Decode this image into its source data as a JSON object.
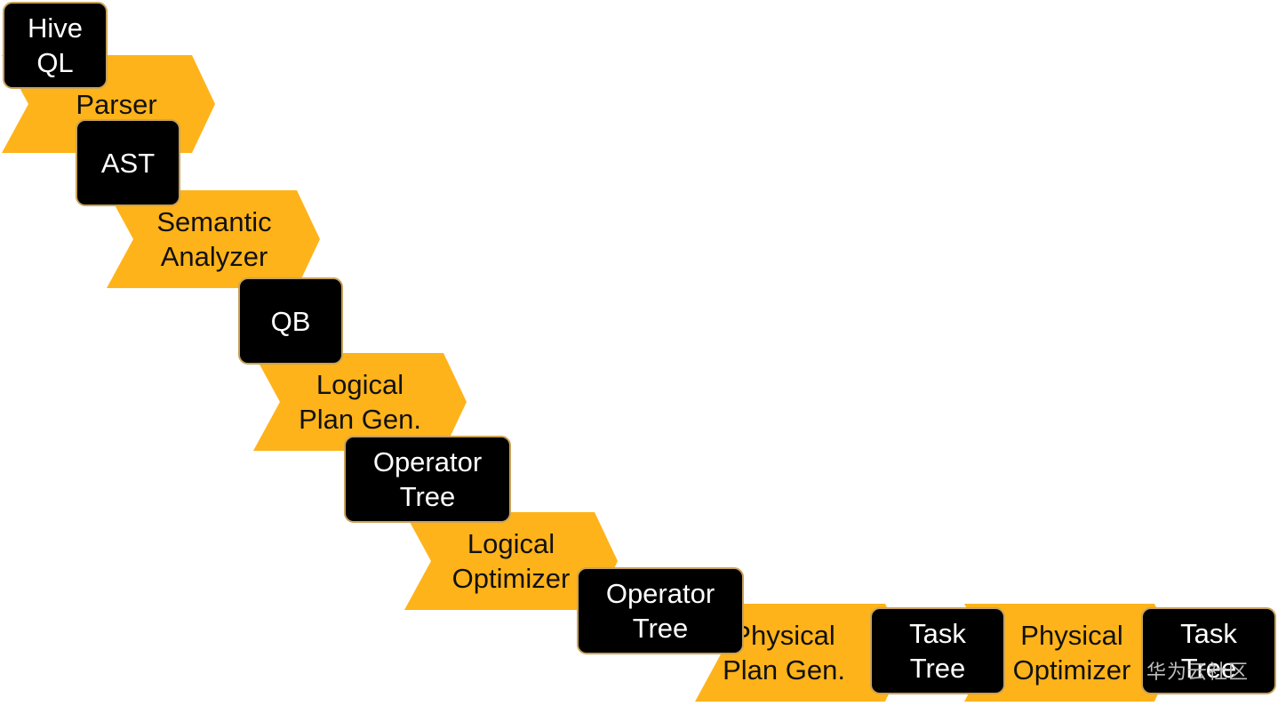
{
  "colors": {
    "stage_fill": "#FFB31A",
    "node_fill": "#000000",
    "node_border": "#C8A25A",
    "node_text": "#FFFFFF",
    "stage_text": "#111111"
  },
  "stages": [
    {
      "lines": [
        "Parser"
      ]
    },
    {
      "lines": [
        "Semantic",
        "Analyzer"
      ]
    },
    {
      "lines": [
        "Logical",
        "Plan Gen."
      ]
    },
    {
      "lines": [
        "Logical",
        "Optimizer"
      ]
    },
    {
      "lines": [
        "Physical",
        "Plan Gen."
      ]
    },
    {
      "lines": [
        "Physical",
        "Optimizer"
      ]
    }
  ],
  "nodes": [
    {
      "lines": [
        "Hive",
        "QL"
      ]
    },
    {
      "lines": [
        "AST"
      ]
    },
    {
      "lines": [
        "QB"
      ]
    },
    {
      "lines": [
        "Operator",
        "Tree"
      ]
    },
    {
      "lines": [
        "Operator",
        "Tree"
      ]
    },
    {
      "lines": [
        "Task",
        "Tree"
      ]
    },
    {
      "lines": [
        "Task",
        "Tree"
      ]
    }
  ],
  "watermark": "华为云社区"
}
